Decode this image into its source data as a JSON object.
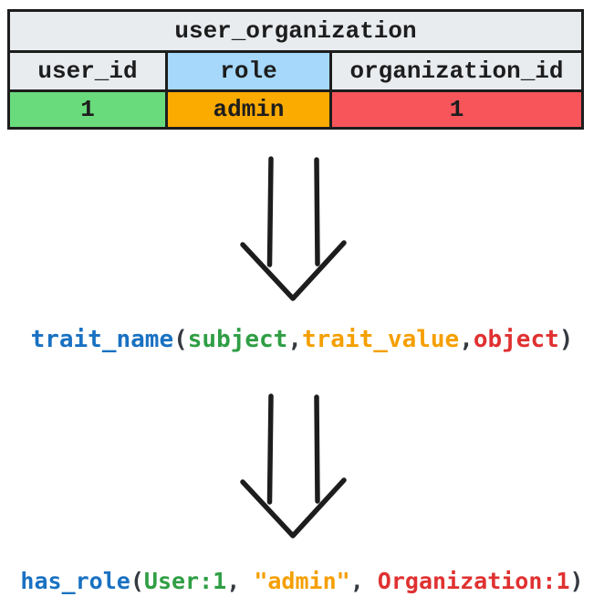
{
  "colors": {
    "blue": "#1971c2",
    "green": "#2f9e44",
    "orange": "#f59f00",
    "red": "#e03131",
    "dark": "#343a40",
    "ink": "#1d1d1d",
    "border": "#1d1d1d",
    "table_gray": "#e9ecef",
    "table_blue": "#a5d8fa",
    "table_green": "#69db7c",
    "table_orange": "#fbab00",
    "table_red": "#f8555a"
  },
  "table": {
    "title": "user_organization",
    "title_bg": "gray",
    "columns": [
      {
        "label": "user_id",
        "bg": "gray"
      },
      {
        "label": "role",
        "bg": "blue"
      },
      {
        "label": "organization_id",
        "bg": "gray"
      }
    ],
    "rows": [
      [
        {
          "value": "1",
          "bg": "green"
        },
        {
          "value": "admin",
          "bg": "orange"
        },
        {
          "value": "1",
          "bg": "red"
        }
      ]
    ]
  },
  "icons": {
    "transform_arrow": "hand-drawn double-stroke down arrow"
  },
  "expressions": {
    "template": {
      "tokens": [
        {
          "text": "trait_name",
          "color": "blue"
        },
        {
          "text": "(",
          "color": "dark"
        },
        {
          "text": "subject",
          "color": "green"
        },
        {
          "text": ",",
          "color": "dark"
        },
        {
          "text": "trait_value",
          "color": "orange"
        },
        {
          "text": ",",
          "color": "dark"
        },
        {
          "text": "object",
          "color": "red"
        },
        {
          "text": ")",
          "color": "dark"
        }
      ]
    },
    "result": {
      "tokens": [
        {
          "text": "has_role",
          "color": "blue"
        },
        {
          "text": "(",
          "color": "dark"
        },
        {
          "text": "User:1",
          "color": "green"
        },
        {
          "text": ", ",
          "color": "dark"
        },
        {
          "text": "\"admin\"",
          "color": "orange"
        },
        {
          "text": ", ",
          "color": "dark"
        },
        {
          "text": "Organization:1",
          "color": "red"
        },
        {
          "text": ")",
          "color": "dark"
        }
      ]
    }
  }
}
